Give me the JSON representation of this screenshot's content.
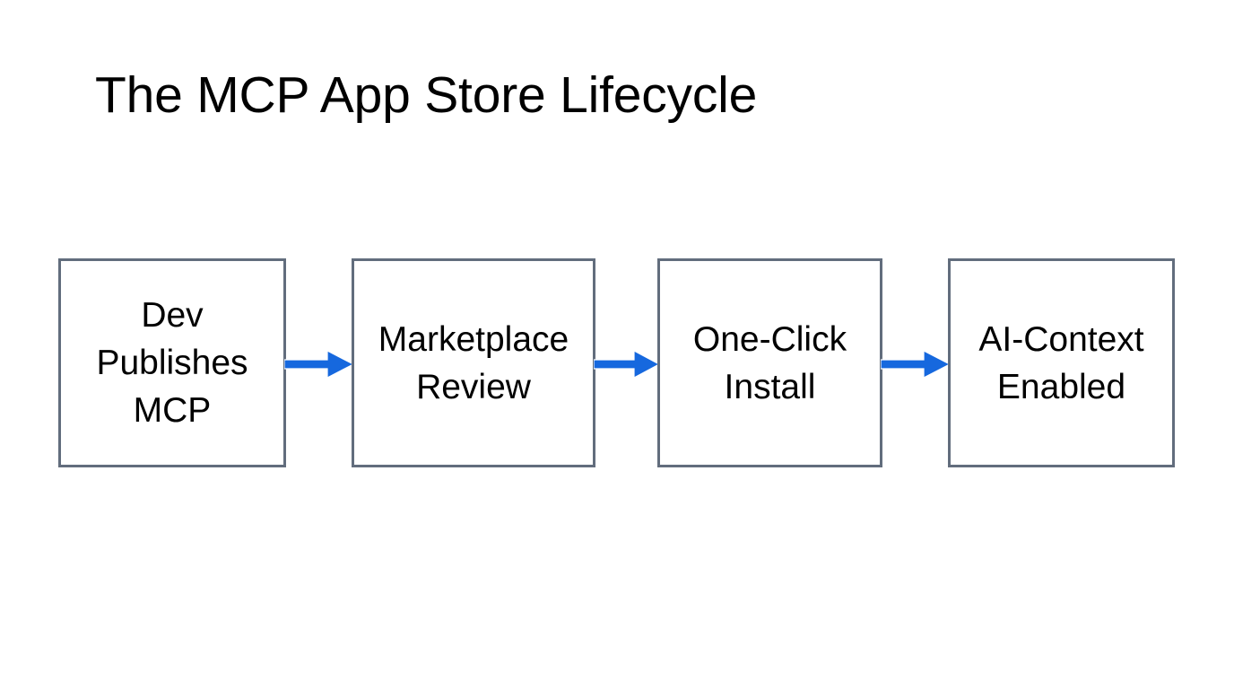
{
  "slide": {
    "title": "The MCP App Store Lifecycle",
    "background_color": "#FFFFFF",
    "title_color": "#000000"
  },
  "diagram": {
    "type": "linear-process-flow",
    "box_border_color": "#626D7D",
    "box_fill_color": "#FFFFFF",
    "arrow_color": "#1668DE",
    "steps": [
      {
        "label": "Dev\nPublishes\nMCP"
      },
      {
        "label": "Marketplace\nReview"
      },
      {
        "label": "One-Click\nInstall"
      },
      {
        "label": "AI-Context\nEnabled"
      }
    ],
    "connectors": [
      {
        "from": "Dev Publishes MCP",
        "to": "Marketplace Review",
        "kind": "arrow-right"
      },
      {
        "from": "Marketplace Review",
        "to": "One-Click Install",
        "kind": "arrow-right"
      },
      {
        "from": "One-Click Install",
        "to": "AI-Context Enabled",
        "kind": "arrow-right"
      }
    ]
  }
}
